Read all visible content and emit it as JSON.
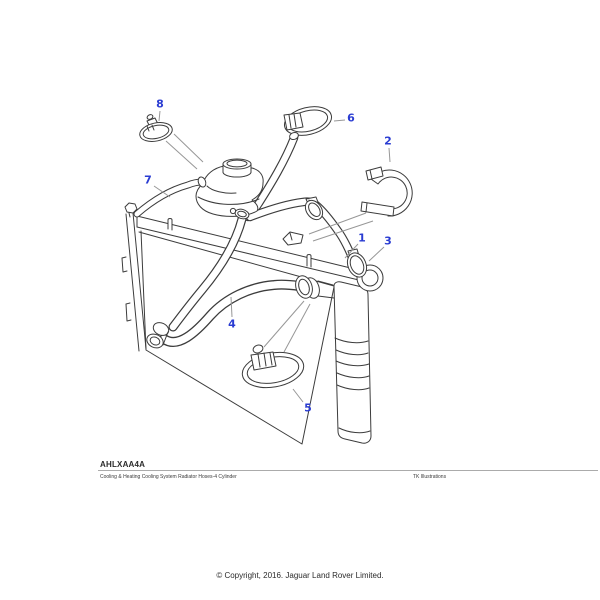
{
  "figure": {
    "code": "AHLXAA4A",
    "caption": "Cooling & Heating Cooling System Radiator Hoses-4 Cylinder",
    "illustrator_credit": "TK Illustrations"
  },
  "footer": {
    "copyright": "© Copyright, 2016. Jaguar Land Rover Limited."
  },
  "colors": {
    "callout_blue": "#2a3cd2",
    "line_art": "#3c3c3c",
    "leader_gray": "#979797"
  },
  "diagram": {
    "description": "Exploded line-art illustration of radiator with expansion tank, hoses, clamps and bracket",
    "callouts": [
      {
        "number": "1",
        "depicts": "top hose"
      },
      {
        "number": "2",
        "depicts": "hose support bracket"
      },
      {
        "number": "3",
        "depicts": "hose clamp at radiator inlet"
      },
      {
        "number": "4",
        "depicts": "bottom hose"
      },
      {
        "number": "5",
        "depicts": "large hose clamp"
      },
      {
        "number": "6",
        "depicts": "large hose clamp"
      },
      {
        "number": "7",
        "depicts": "expansion tank hose"
      },
      {
        "number": "8",
        "depicts": "small hose clamp"
      }
    ]
  }
}
